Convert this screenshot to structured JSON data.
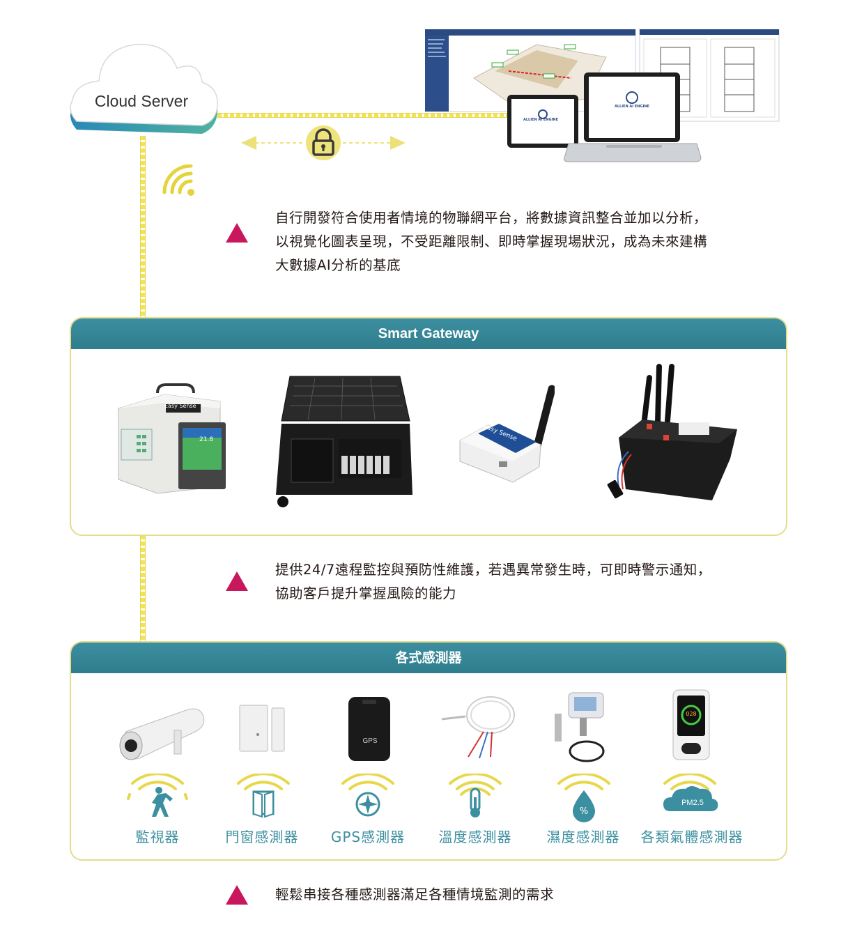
{
  "cloud": {
    "label": "Cloud Server"
  },
  "connection": {
    "lock_icon": "lock-icon",
    "wifi_icon": "wifi-icon"
  },
  "screens": {
    "tablet_brand": "ALLIEN AI ENGINE",
    "laptop_brand": "ALLIEN AI ENGINE"
  },
  "descriptions": [
    {
      "lines": [
        "自行開發符合使用者情境的物聯網平台，將數據資訊整合並加以分析，",
        "以視覺化圖表呈現，不受距離限制、即時掌握現場狀況，成為未來建構",
        "大數據AI分析的基底"
      ]
    },
    {
      "lines": [
        "提供24/7遠程監控與預防性維護，若遇異常發生時，可即時警示通知，",
        "協助客戶提升掌握風險的能力"
      ]
    },
    {
      "lines": [
        "輕鬆串接各種感測器滿足各種情境監測的需求"
      ]
    }
  ],
  "gateway": {
    "title": "Smart Gateway",
    "devices": [
      {
        "name": "benchtop-gateway",
        "screen_value": "21.8",
        "brand": "Easy Sense"
      },
      {
        "name": "case-gateway",
        "brand": ""
      },
      {
        "name": "mini-gateway",
        "brand": "Easy Sense"
      },
      {
        "name": "rugged-gateway",
        "brand": ""
      }
    ]
  },
  "sensors": {
    "title": "各式感測器",
    "items": [
      {
        "label": "監視器",
        "icon": "person-walking-icon"
      },
      {
        "label": "門窗感測器",
        "icon": "door-icon"
      },
      {
        "label": "GPS感測器",
        "icon": "compass-icon"
      },
      {
        "label": "溫度感測器",
        "icon": "thermometer-icon"
      },
      {
        "label": "濕度感測器",
        "icon": "humidity-drop-icon"
      },
      {
        "label": "各類氣體感測器",
        "icon": "pm25-cloud-icon"
      }
    ],
    "gps_device_text": "GPS",
    "air_device_value": "028",
    "pm_badge": "PM2.5"
  },
  "colors": {
    "accent": "#3c8fa0",
    "triangle": "#c8175d",
    "connector": "#f2e255",
    "panel_border": "#e6dc8a"
  }
}
